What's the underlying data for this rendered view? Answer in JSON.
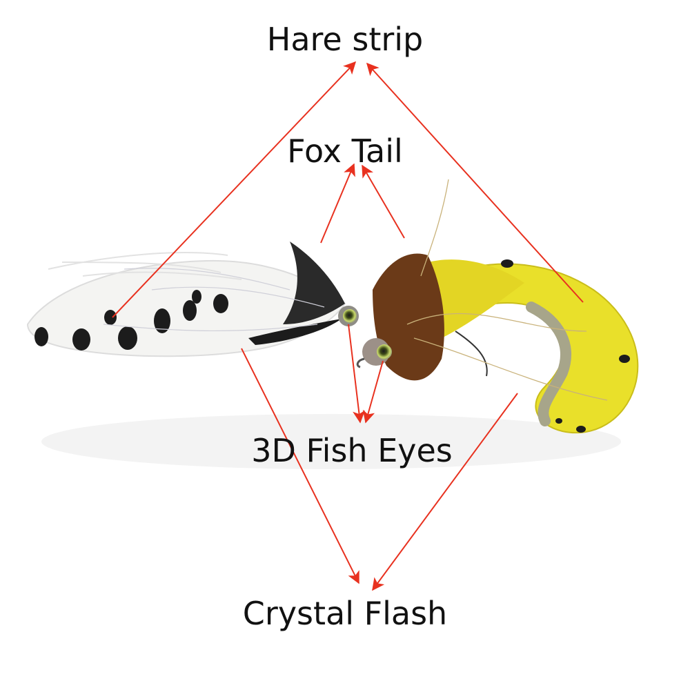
{
  "labels": {
    "hare_strip": "Hare strip",
    "fox_tail": "Fox Tail",
    "fish_eyes": "3D Fish Eyes",
    "crystal_flash": "Crystal Flash"
  },
  "colors": {
    "arrow": "#e8311f",
    "white_fur": "#f4f4f2",
    "black_bars": "#1c1c1c",
    "yellow_fur": "#e9e02a",
    "brown_fur": "#6b3a18",
    "flash": "#c9b27a"
  }
}
